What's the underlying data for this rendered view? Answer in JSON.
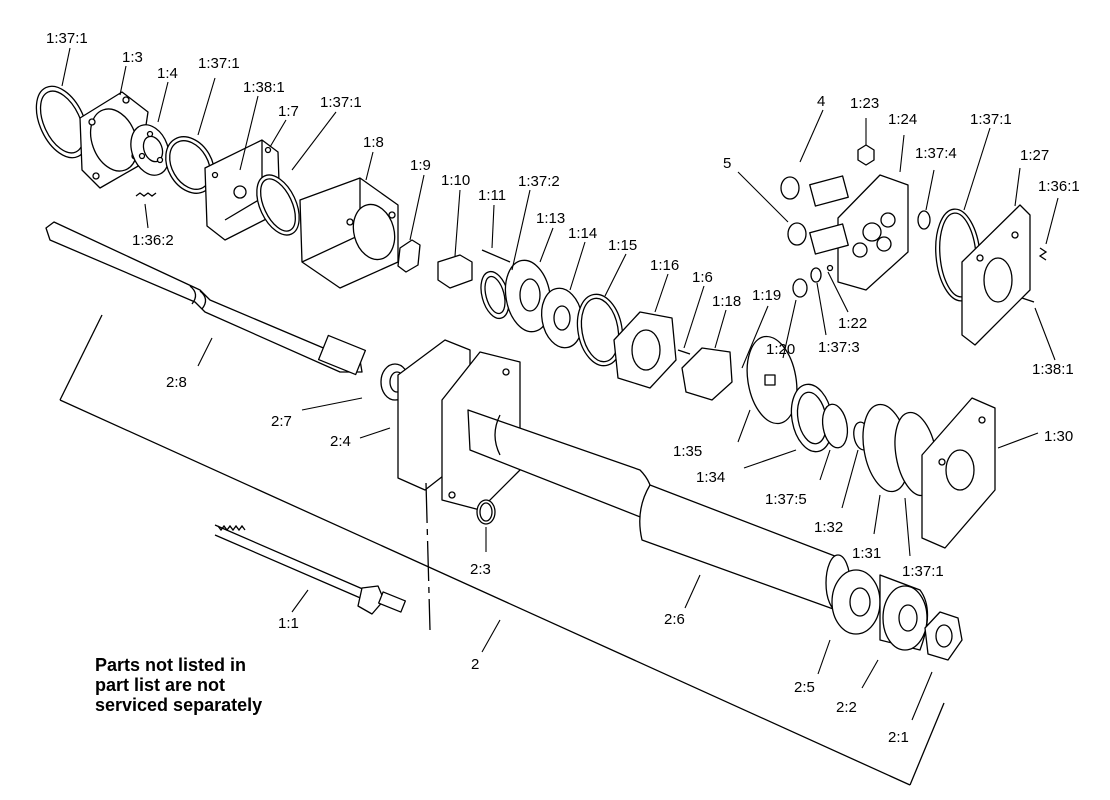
{
  "note": {
    "lines": [
      "Parts not listed in",
      "part list are not",
      "serviced separately"
    ]
  },
  "callouts": [
    "1:37:1",
    "1:3",
    "1:4",
    "1:37:1",
    "1:38:1",
    "1:7",
    "1:37:1",
    "1:8",
    "1:36:2",
    "1:9",
    "1:10",
    "1:11",
    "1:37:2",
    "1:13",
    "1:14",
    "1:15",
    "1:16",
    "1:6",
    "1:18",
    "1:19",
    "1:20",
    "1:35",
    "1:34",
    "1:37:5",
    "1:32",
    "1:31",
    "1:37:1",
    "1:30",
    "1:38:1",
    "1:37:3",
    "1:22",
    "1:27",
    "1:36:1",
    "1:37:1",
    "1:37:4",
    "1:24",
    "1:23",
    "4",
    "5",
    "2:8",
    "2:7",
    "2:4",
    "2:3",
    "1:1",
    "2",
    "2:6",
    "2:5",
    "2:2",
    "2:1"
  ]
}
